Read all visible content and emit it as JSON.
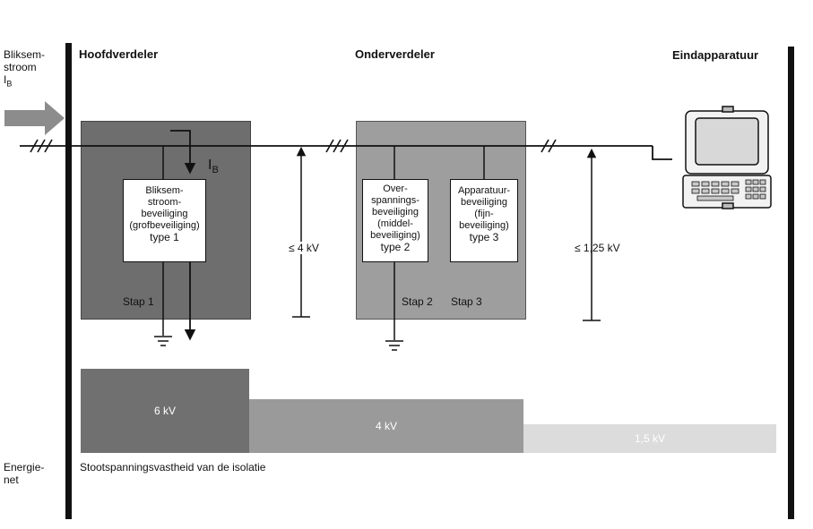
{
  "left_label": {
    "line1": "Bliksem-",
    "line2": "stroom",
    "symbol": "I",
    "subscript": "B"
  },
  "headers": {
    "main": "Hoofdverdeler",
    "sub": "Onderverdeler",
    "end": "Eindapparatuur"
  },
  "current_label": {
    "symbol": "I",
    "subscript": "B"
  },
  "boxes": [
    {
      "lines": [
        "Bliksem-",
        "stroom-",
        "beveiliging",
        "(grofbeveiliging)",
        "type 1"
      ]
    },
    {
      "lines": [
        "Over-",
        "spannings-",
        "beveiliging",
        "(middel-",
        "beveiliging)",
        "type 2"
      ]
    },
    {
      "lines": [
        "Apparatuur-",
        "beveiliging",
        "(fijn-",
        "beveiliging)",
        "type 3"
      ]
    }
  ],
  "stages": {
    "s1": "Stap 1",
    "s2": "Stap 2",
    "s3": "Stap 3"
  },
  "voltages": {
    "v1": "≤ 4 kV",
    "v2": "≤ 1,25 kV"
  },
  "bars": [
    {
      "label": "6 kV",
      "color": "#707070"
    },
    {
      "label": "4 kV",
      "color": "#9a9a9a"
    },
    {
      "label": "1,5 kV",
      "color": "#dcdcdc"
    }
  ],
  "bottom": {
    "energy_line1": "Energie-",
    "energy_line2": "net",
    "caption": "Stootspanningsvastheid van de isolatie"
  }
}
